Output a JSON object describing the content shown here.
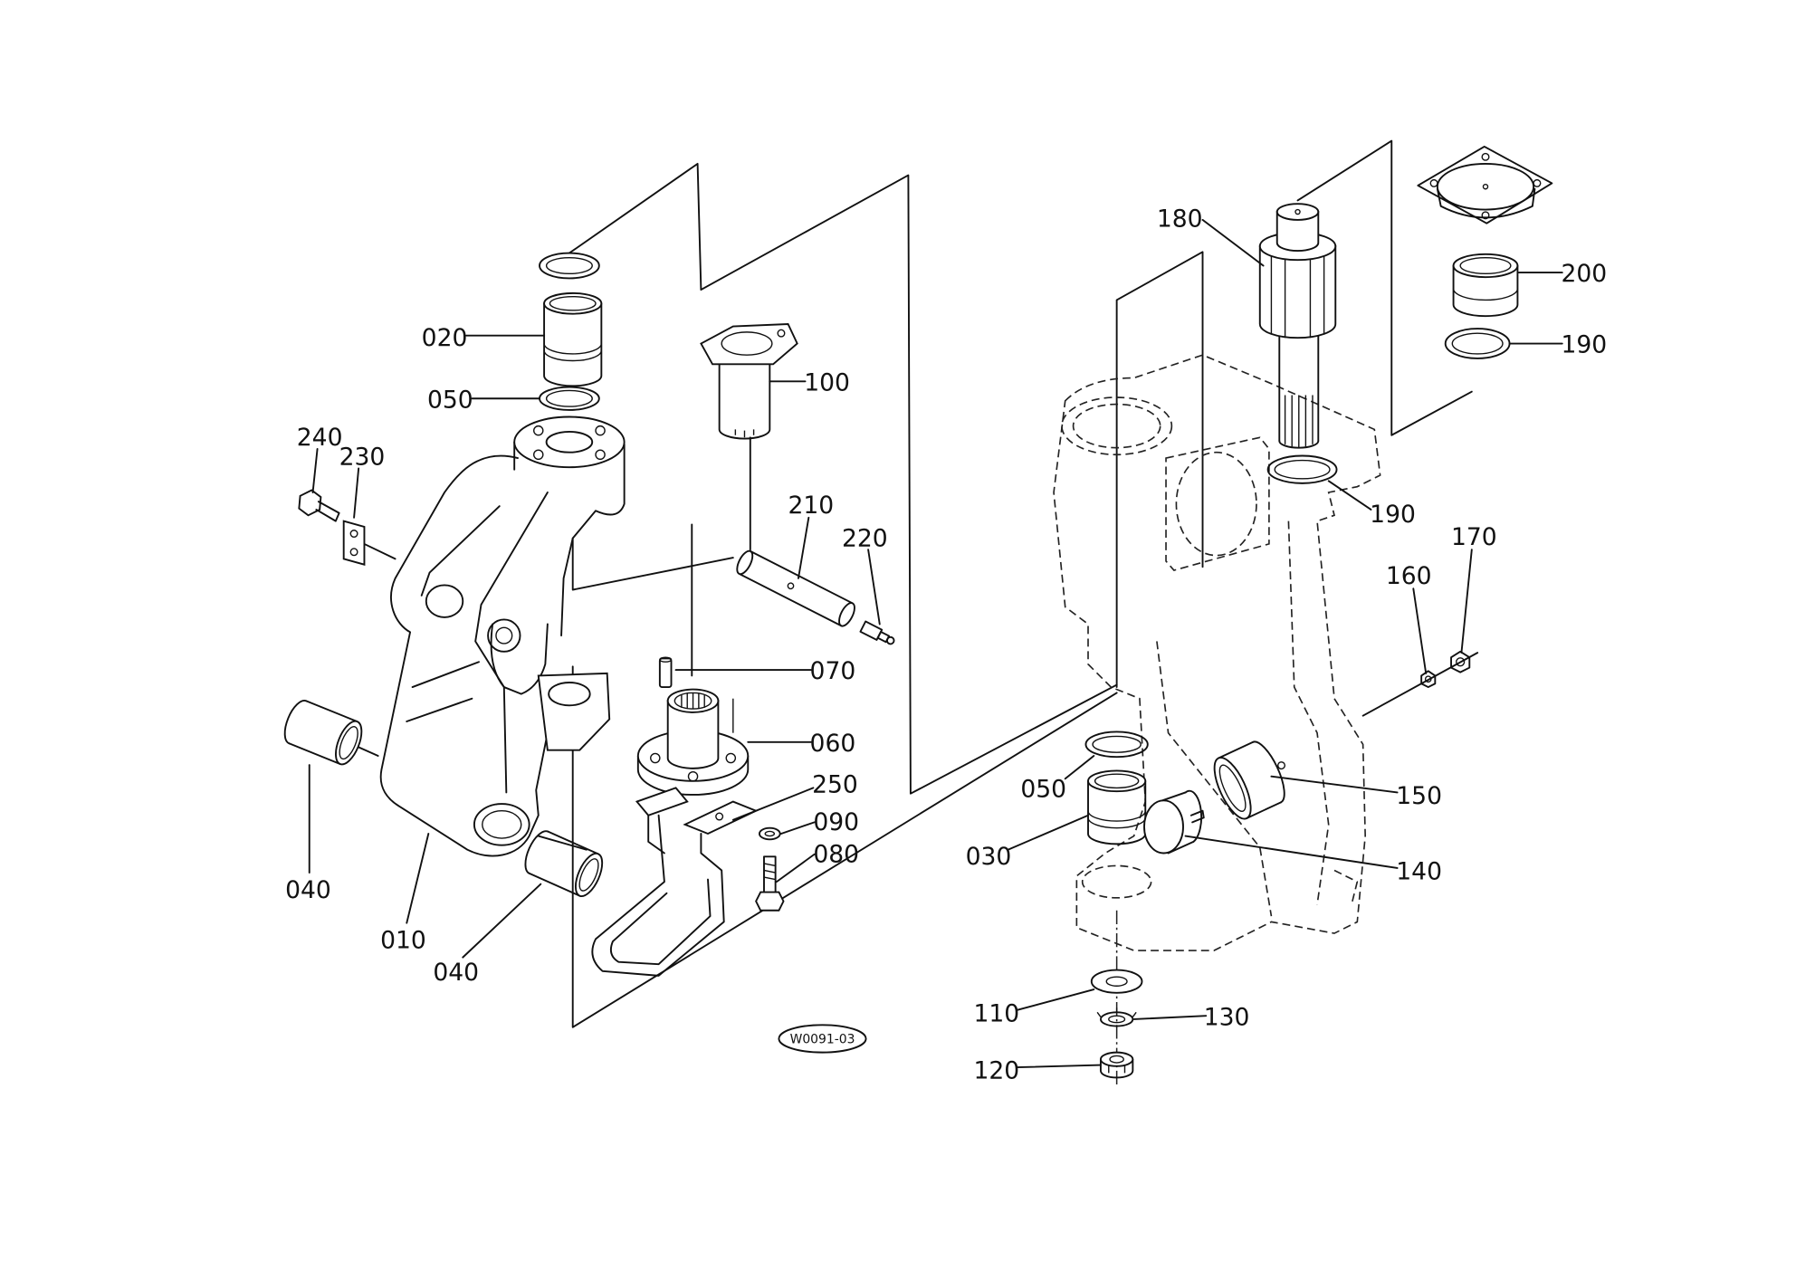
{
  "diagram_id": "W0091-03",
  "callouts": [
    "020",
    "050",
    "100",
    "240",
    "230",
    "210",
    "220",
    "070",
    "060",
    "250",
    "090",
    "080",
    "040",
    "010",
    "040",
    "180",
    "200",
    "190",
    "190",
    "160",
    "170",
    "050",
    "030",
    "150",
    "140",
    "110",
    "130",
    "120"
  ]
}
